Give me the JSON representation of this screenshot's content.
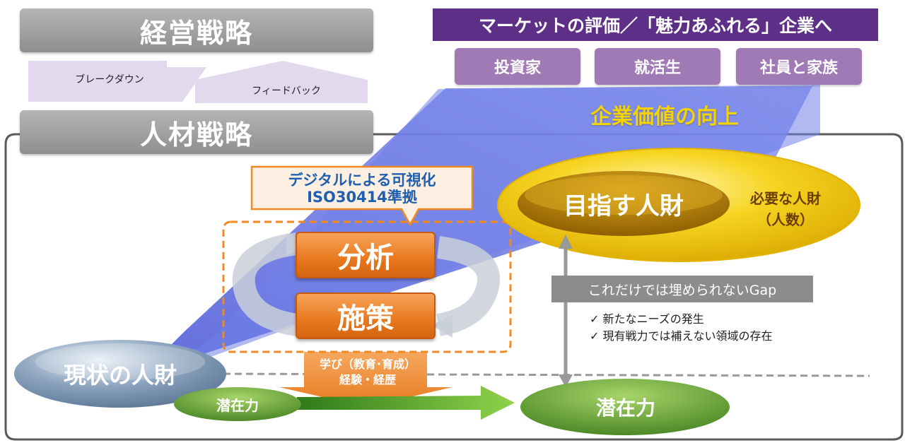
{
  "strategy": {
    "management": "経営戦略",
    "hr": "人材戦略",
    "breakdown": "ブレークダウン",
    "feedback": "フィードバック"
  },
  "market": {
    "title": "マーケットの評価／「魅力あふれる」企業へ",
    "stakeholders": [
      "投資家",
      "就活生",
      "社員と家族"
    ]
  },
  "value_up": "企業価値の向上",
  "digital": {
    "line1": "デジタルによる可視化",
    "line2": "ISO30414準拠"
  },
  "cycle": {
    "analysis": "分析",
    "measures": "施策"
  },
  "target": {
    "label": "目指す人財",
    "need_line1": "必要な人財",
    "need_line2": "（人数）"
  },
  "gap": {
    "label": "これだけでは埋められないGap",
    "points": [
      "新たなニーズの発生",
      "現有戦力では補えない領域の存在"
    ]
  },
  "current": {
    "label": "現状の人財",
    "potential_small": "潜在力",
    "potential_large": "潜在力"
  },
  "learning": {
    "line1": "学び（教育･育成）",
    "line2": "経験・経歴"
  },
  "colors": {
    "purple": "#5e2f86",
    "chip": "#a07ab5",
    "orange": "#e8781d",
    "gold": "#f2c40f",
    "green": "#5c9a2c",
    "blue_band": "#6a78e0",
    "value_text": "#f5d300"
  }
}
